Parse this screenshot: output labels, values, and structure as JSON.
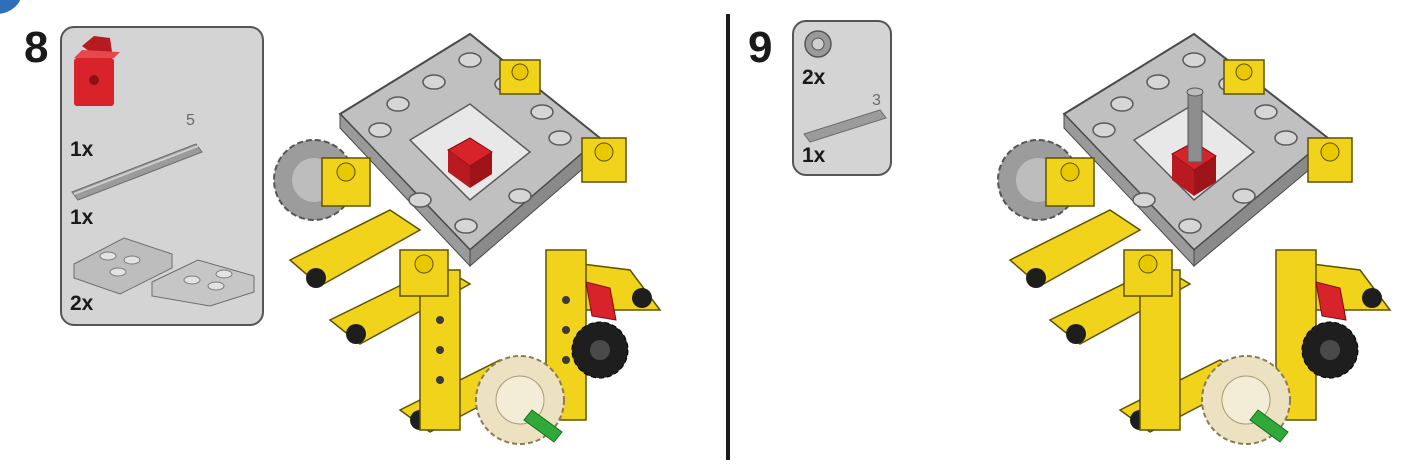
{
  "steps": [
    {
      "number": "8",
      "parts": [
        {
          "name": "red-pin-connector",
          "qty": "1x"
        },
        {
          "name": "gray-axle",
          "qty": "1x",
          "length": "5"
        },
        {
          "name": "gray-plate-with-pins",
          "qty": "2x"
        }
      ]
    },
    {
      "number": "9",
      "parts": [
        {
          "name": "gray-bush",
          "qty": "2x"
        },
        {
          "name": "gray-axle",
          "qty": "1x",
          "length": "3"
        }
      ]
    }
  ],
  "colors": {
    "accent": "#2f6fb7",
    "box_fill": "#d4d4d4",
    "lego_yellow": "#f2d31b",
    "lego_gray": "#b8b8b8",
    "lego_red": "#d9232a",
    "lego_black": "#1e1e1e",
    "lego_tan": "#ece2c2",
    "lego_green": "#2faa3a"
  }
}
